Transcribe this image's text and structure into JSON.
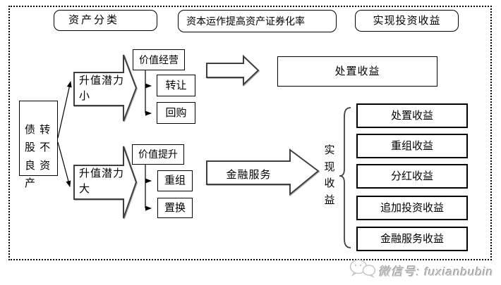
{
  "stages": {
    "classify": "资产分类",
    "operate": "资本运作提高资产证券化率",
    "realize": "实现投资收益"
  },
  "source": {
    "label": "债 转\n股 不\n良 资\n产"
  },
  "branch_small": {
    "potential": "升值潜力\n小",
    "group": "价值经营",
    "methods": {
      "transfer": "转让",
      "buyback": "回购"
    },
    "result": "处置收益"
  },
  "branch_large": {
    "potential": "升值潜力\n大",
    "group": "价值提升",
    "methods": {
      "restructure": "重组",
      "swap": "置换"
    },
    "service": "金融服务",
    "realize": "实\n现\n收\n益",
    "results": [
      "处置收益",
      "重组收益",
      "分红收益",
      "追加投资收益",
      "金融服务收益"
    ]
  },
  "watermark": {
    "icon": "wechat-icon",
    "label": "微信号: fuxianbubin"
  },
  "colors": {
    "ink": "#000000",
    "arrow_stroke": "#3f3f3f",
    "watermark_gray": "#cfcfcf"
  }
}
